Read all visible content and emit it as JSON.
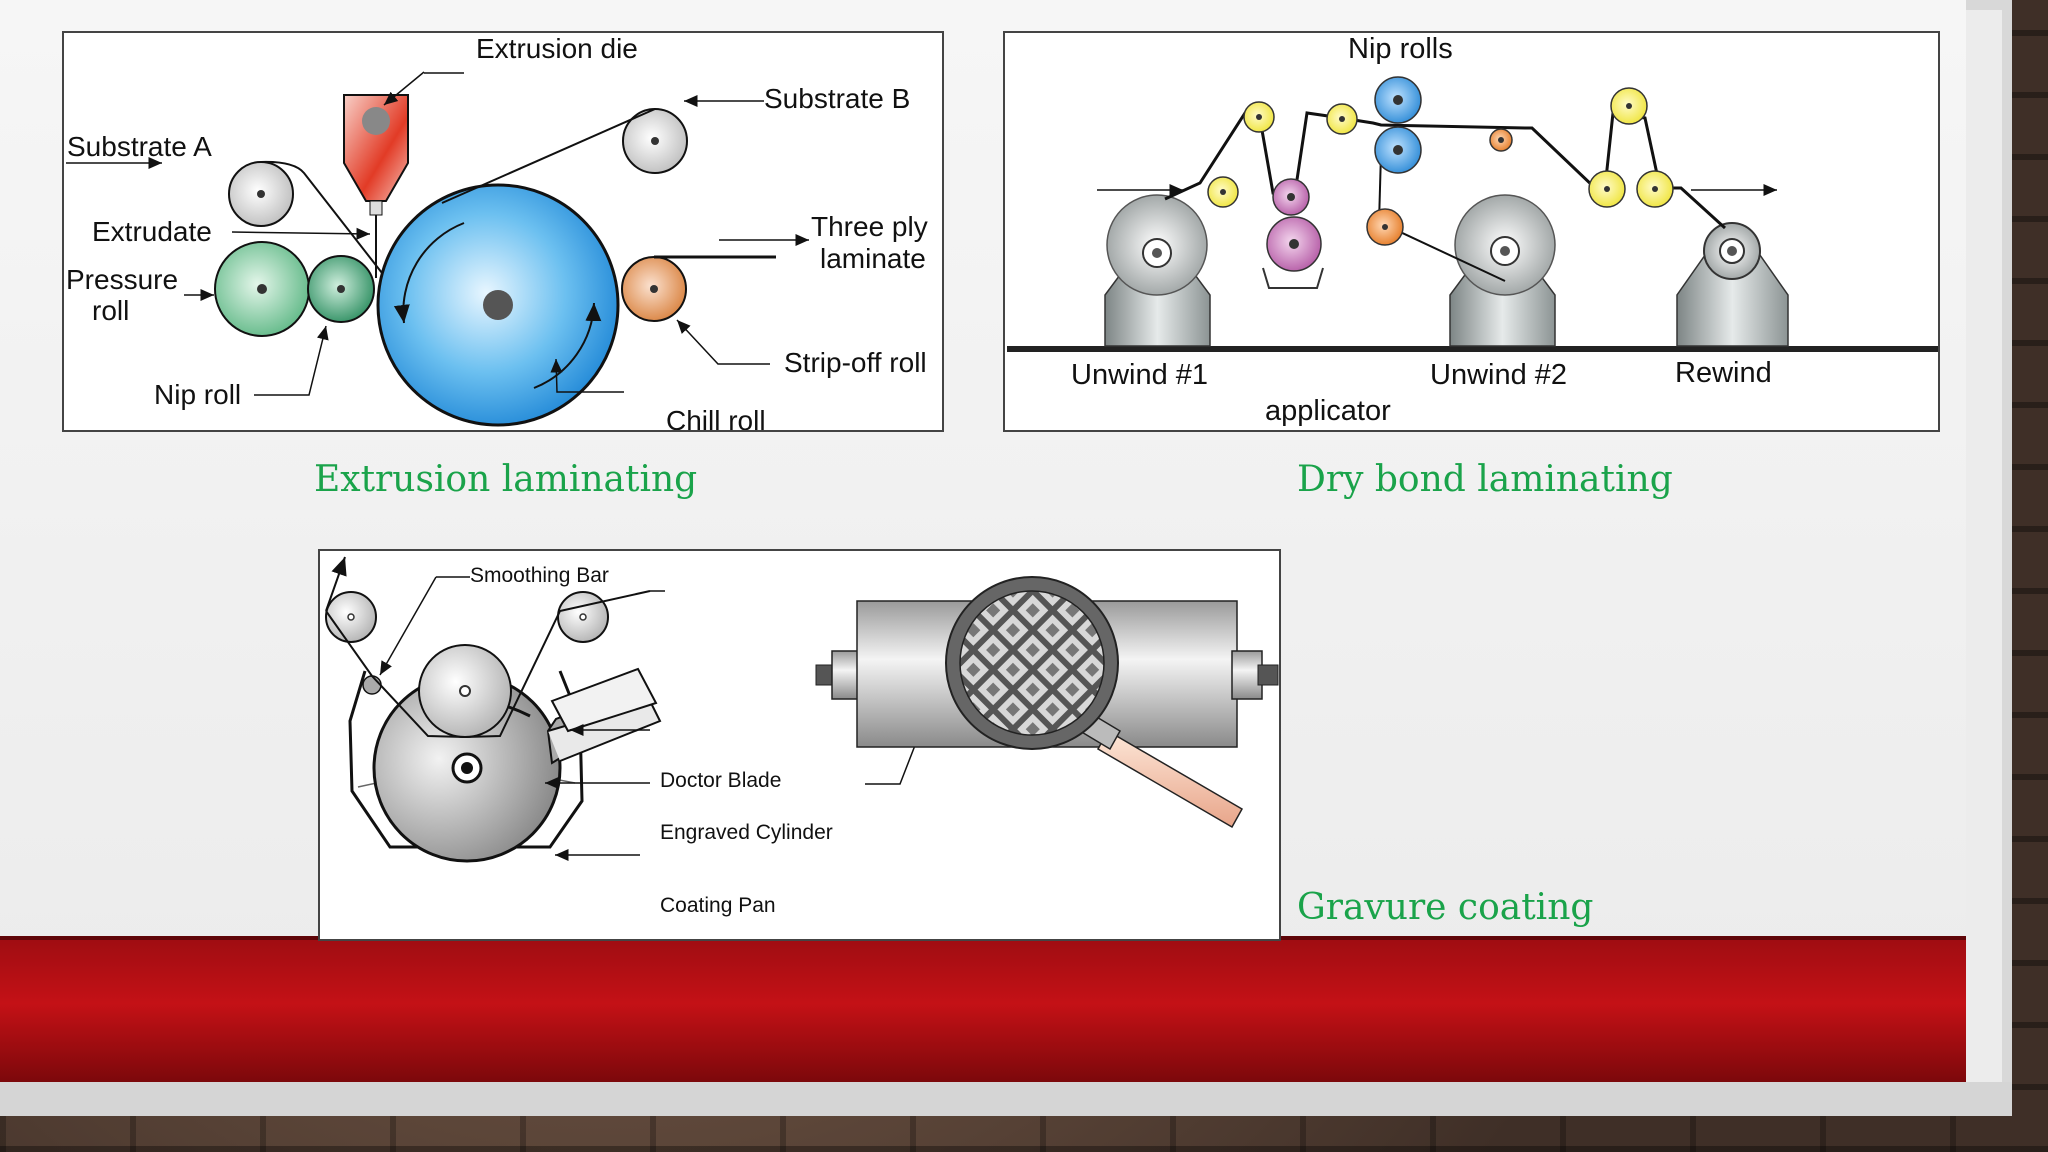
{
  "extrusion": {
    "caption": "Extrusion laminating",
    "labels": {
      "extrusion_die": "Extrusion die",
      "substrate_b": "Substrate B",
      "substrate_a": "Substrate A",
      "extrudate": "Extrudate",
      "pressure_roll": "Pressure",
      "pressure_roll_2": "roll",
      "three_ply": "Three ply",
      "three_ply_2": "laminate",
      "strip_off": "Strip-off roll",
      "nip_roll": "Nip roll",
      "chill_roll": "Chill roll"
    }
  },
  "drybond": {
    "caption": "Dry bond laminating",
    "labels": {
      "nip_rolls": "Nip rolls",
      "unwind1": "Unwind #1",
      "unwind2": "Unwind #2",
      "rewind": "Rewind",
      "applicator": "applicator"
    }
  },
  "gravure": {
    "caption": "Gravure coating",
    "labels": {
      "smoothing_bar": "Smoothing Bar",
      "doctor_blade": "Doctor Blade",
      "engraved_cylinder": "Engraved Cylinder",
      "coating_pan": "Coating Pan"
    }
  },
  "colors": {
    "caption_green": "#1aa34a",
    "band_red": "#c41116"
  }
}
